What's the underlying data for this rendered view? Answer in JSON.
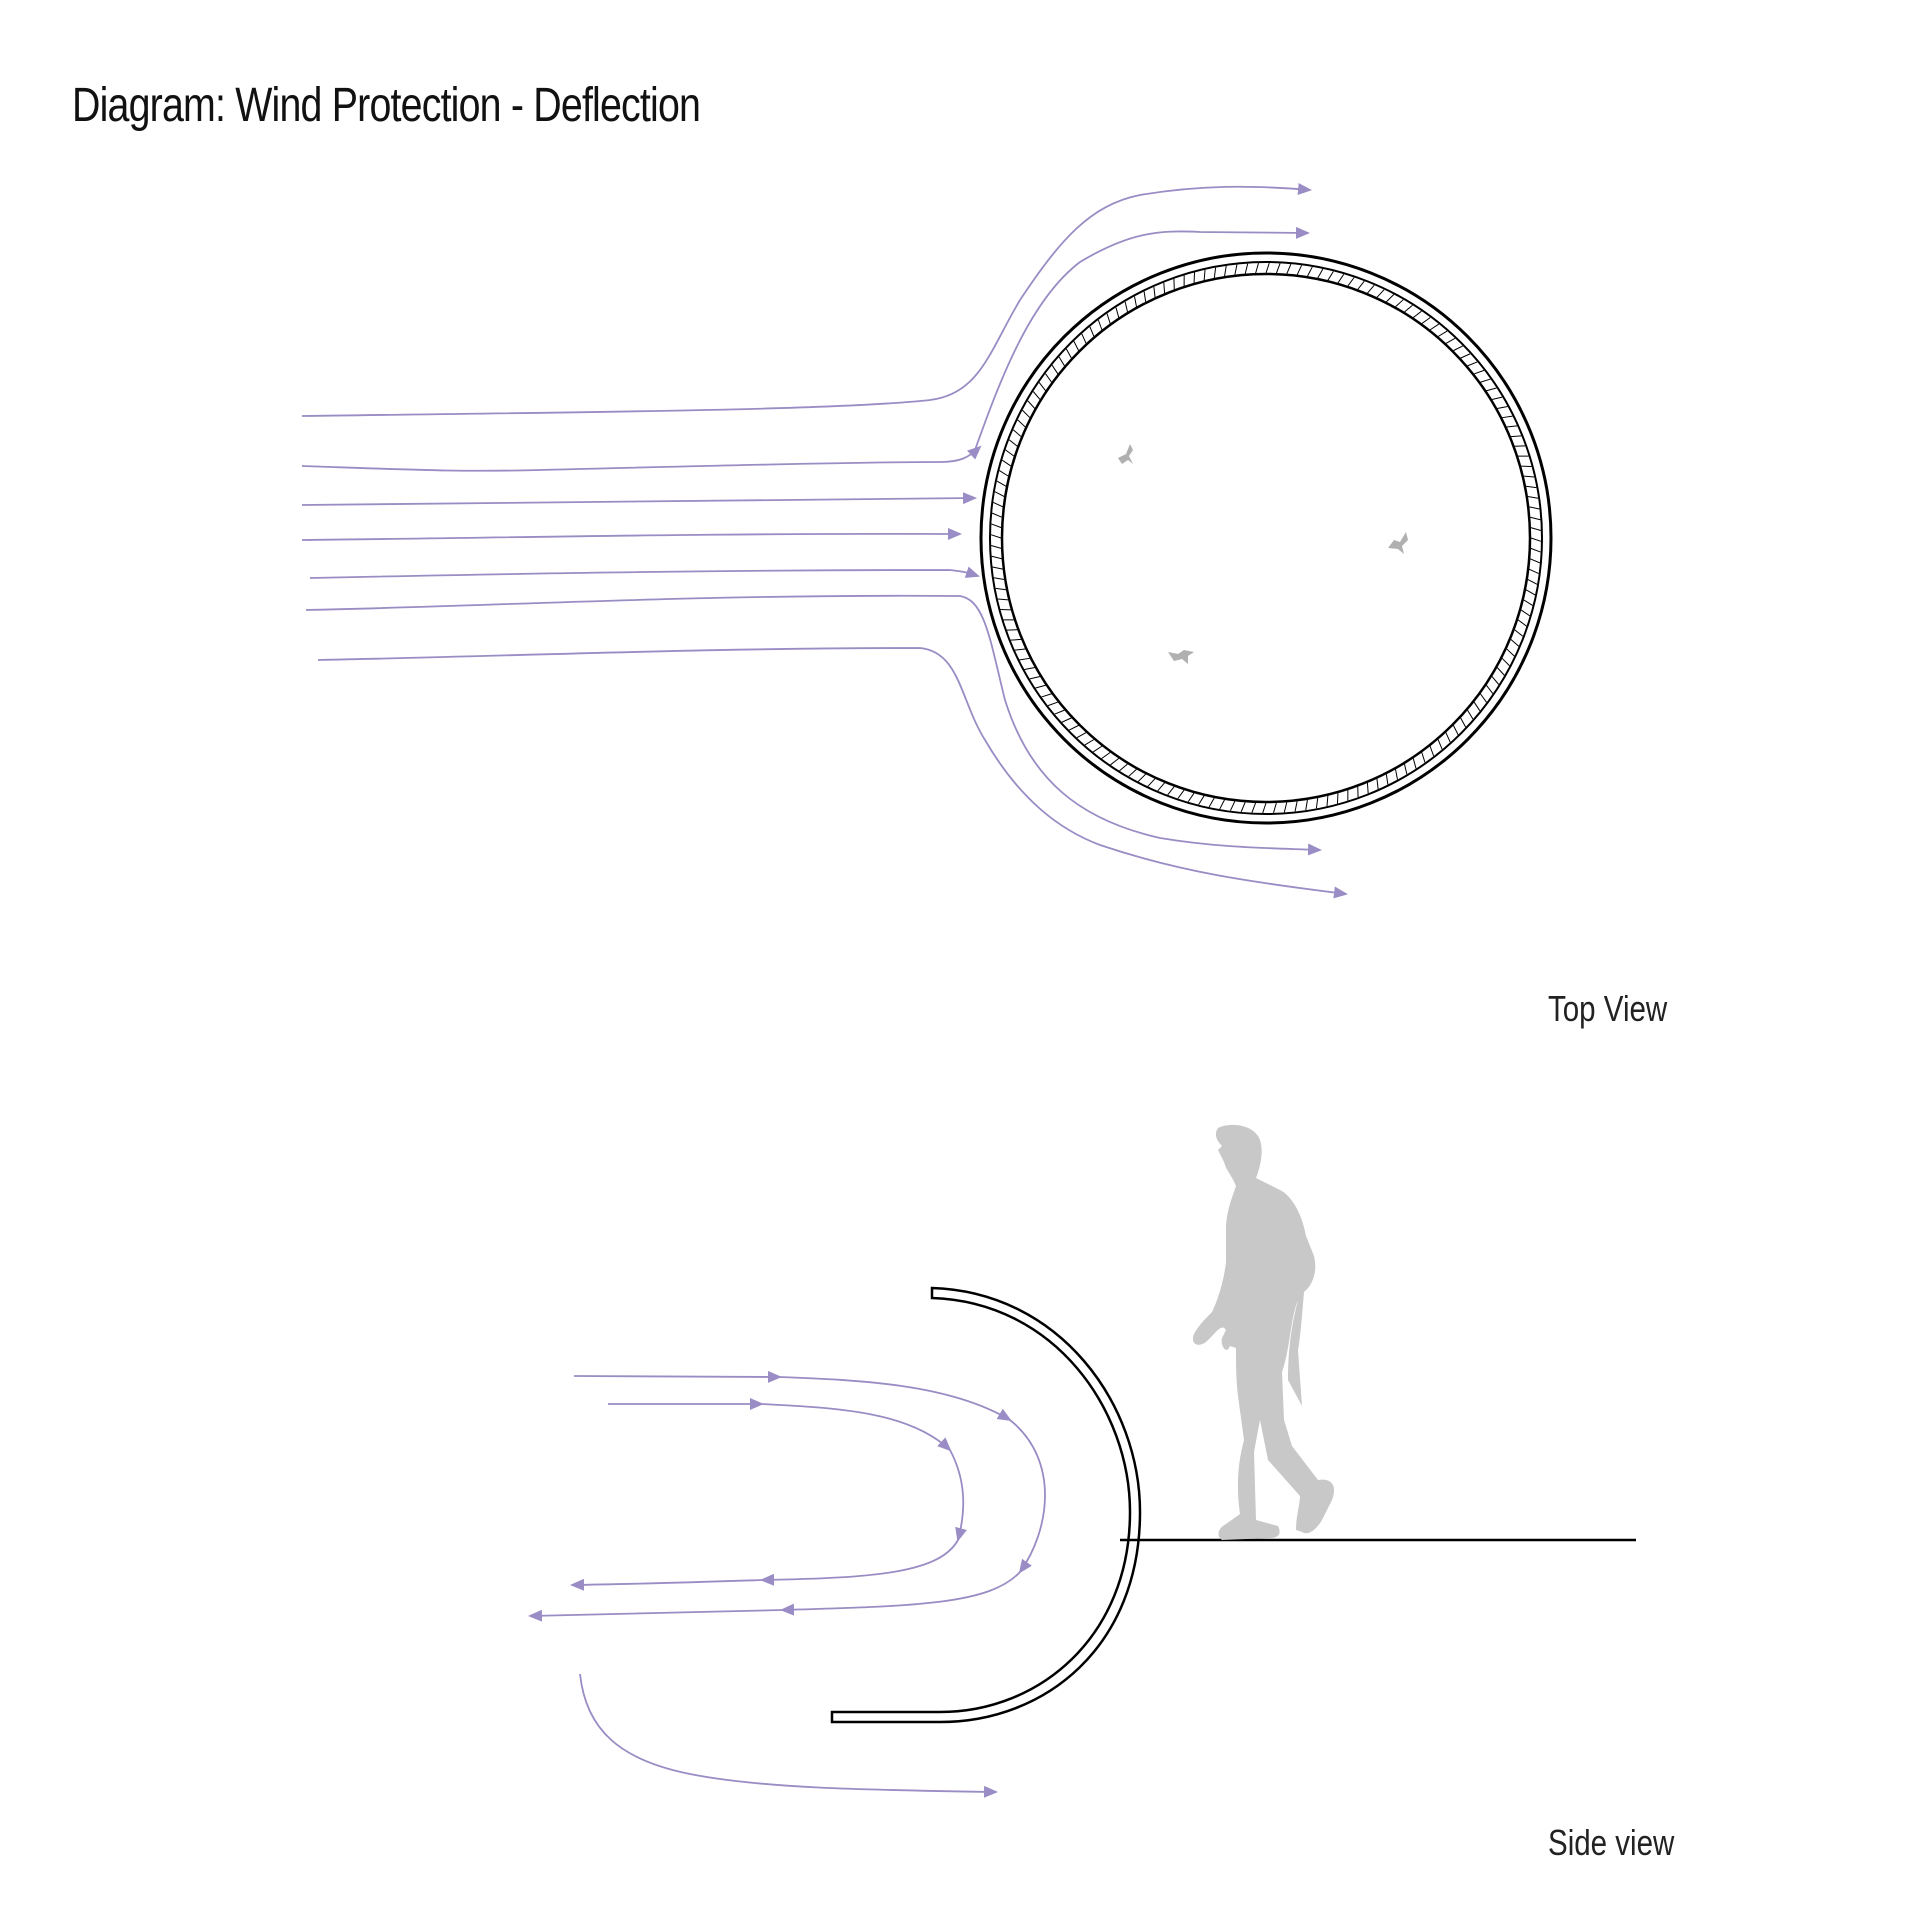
{
  "title": "Diagram: Wind Protection - Deflection",
  "labels": {
    "top_view": "Top View",
    "side_view": "Side view"
  },
  "colors": {
    "wind_flow": "#9a8cc4",
    "outline": "#000000",
    "silhouette": "#c8c8c8",
    "background": "#ffffff"
  },
  "icons": [
    "wind-arrow",
    "bird-icon",
    "person-silhouette"
  ]
}
